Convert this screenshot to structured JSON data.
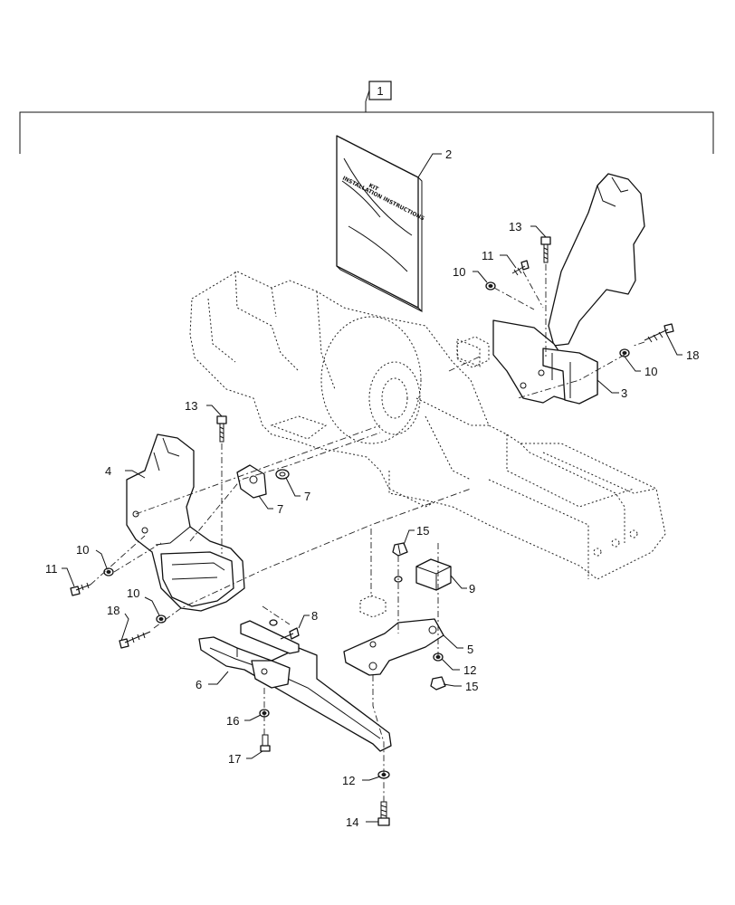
{
  "kit_callout": "1",
  "book_title_lines": [
    "KIT",
    "INSTALLATION INSTRUCTIONS"
  ],
  "callouts": {
    "c2": "2",
    "c3": "3",
    "c4": "4",
    "c5": "5",
    "c6": "6",
    "c7a": "7",
    "c7b": "7",
    "c8": "8",
    "c9": "9",
    "c10a": "10",
    "c10b": "10",
    "c10c": "10",
    "c10d": "10",
    "c11a": "11",
    "c11b": "11",
    "c12a": "12",
    "c12b": "12",
    "c13a": "13",
    "c13b": "13",
    "c14": "14",
    "c15a": "15",
    "c15b": "15",
    "c16": "16",
    "c17": "17",
    "c18a": "18",
    "c18b": "18"
  }
}
